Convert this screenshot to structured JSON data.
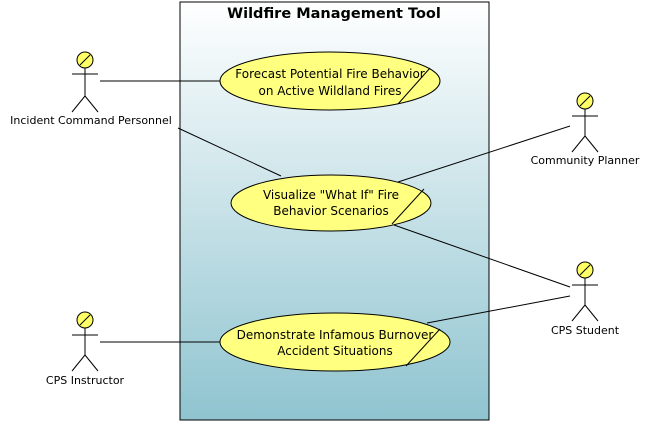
{
  "system": {
    "title": "Wildfire Management Tool"
  },
  "actors": {
    "incident_command": "Incident Command Personnel",
    "community_planner": "Community Planner",
    "cps_student": "CPS Student",
    "cps_instructor": "CPS Instructor"
  },
  "use_cases": {
    "forecast": {
      "line1": "Forecast Potential Fire Behavior",
      "line2": "on Active Wildland Fires"
    },
    "visualize": {
      "line1": "Visualize \"What If\" Fire",
      "line2": "Behavior Scenarios"
    },
    "demonstrate": {
      "line1": "Demonstrate Infamous Burnover",
      "line2": "Accident Situations"
    }
  },
  "colors": {
    "use_case_fill": "#ffff80",
    "actor_head": "#ffff66",
    "system_gradient_top": "#ffffff",
    "system_gradient_bottom": "#8fc4d0"
  }
}
